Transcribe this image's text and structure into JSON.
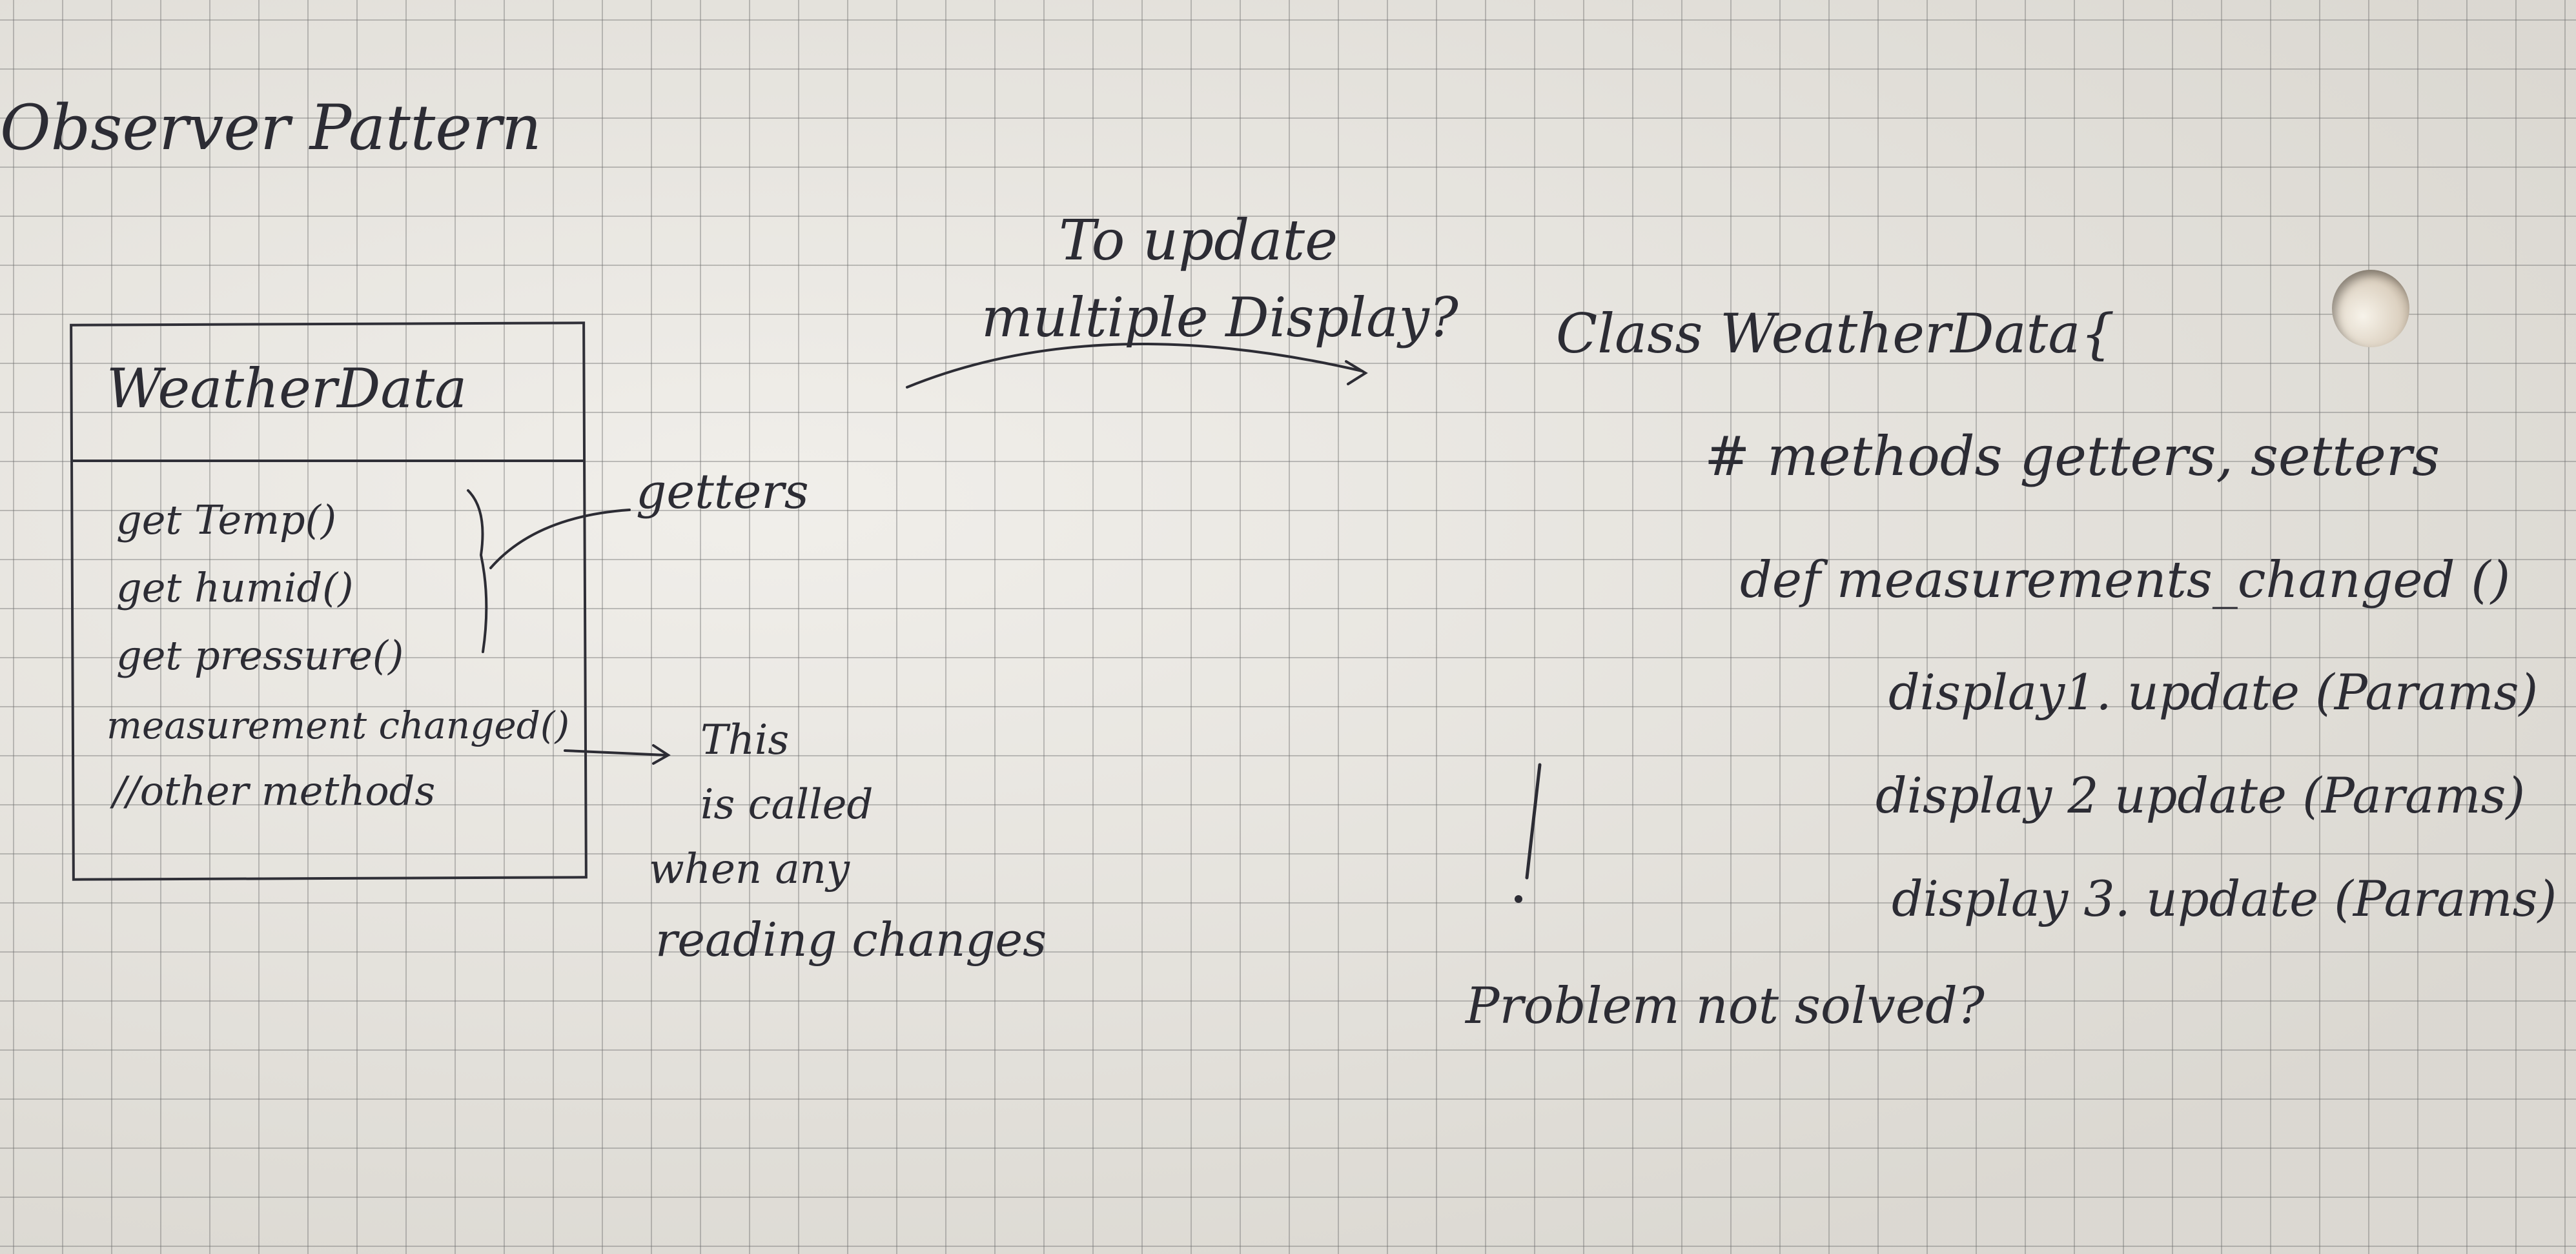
{
  "title": "Observer Pattern",
  "uml": {
    "class_name": "WeatherData",
    "methods": [
      "get Temp()",
      "get humid()",
      "get pressure()",
      "measurement changed()",
      "//other methods"
    ]
  },
  "annotations": {
    "getters": "getters",
    "called_note": [
      "This",
      "is called",
      "when any",
      "reading changes"
    ]
  },
  "question": [
    "To update",
    "multiple Display?"
  ],
  "code": {
    "class_line": "Class WeatherData{",
    "comment": "# methods getters, setters",
    "def_line": "def measurements_changed ()",
    "calls": [
      "display1. update (Params)",
      "display 2 update (Params)",
      "display 3. update (Params)"
    ]
  },
  "problem": "Problem not solved?",
  "colors": {
    "paper": "#e9e6df",
    "grid": "#6e6e6e",
    "ink": "#2c2c34"
  }
}
